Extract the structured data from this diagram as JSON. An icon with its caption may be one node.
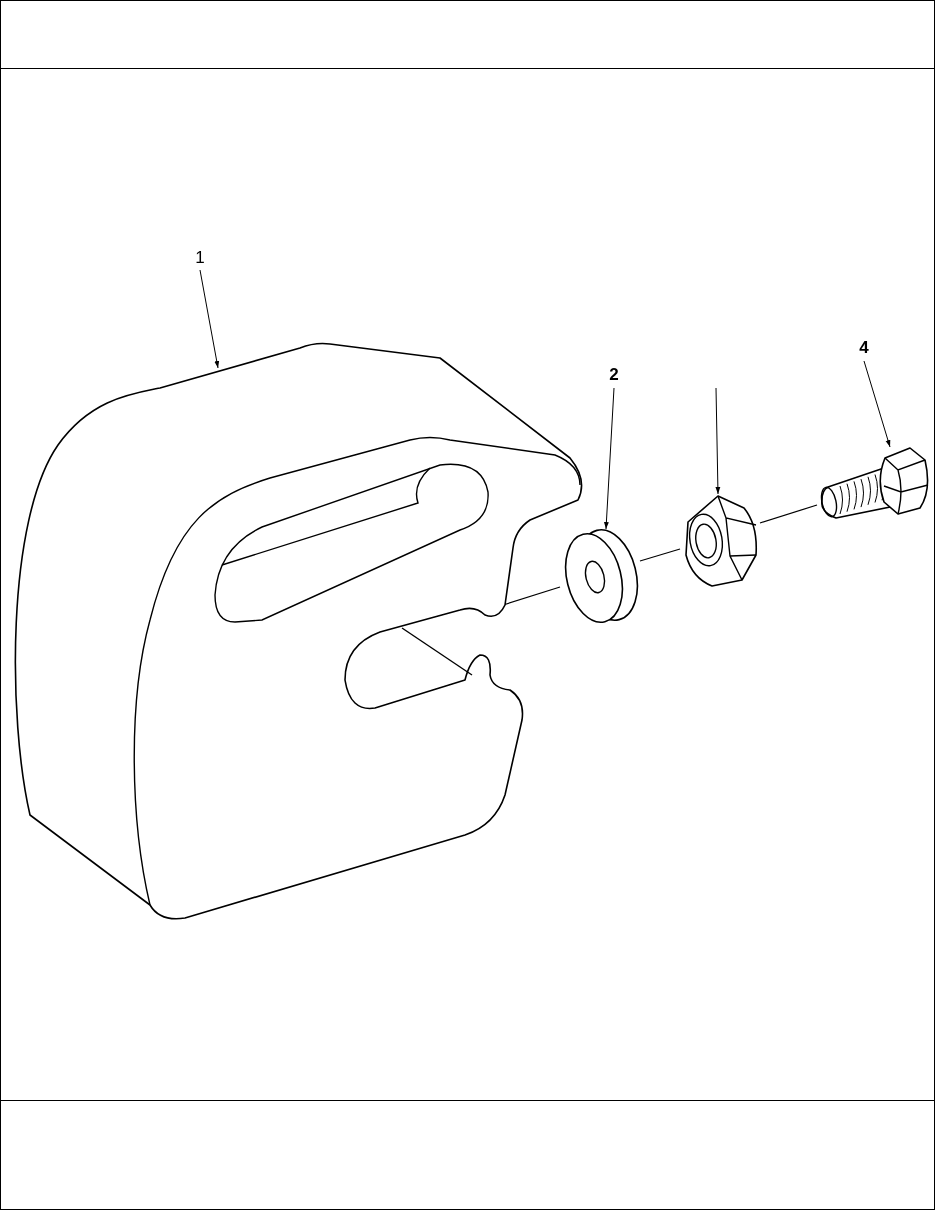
{
  "diagram": {
    "nodes": [
      {
        "text": [
          "1"
        ]
      },
      {
        "text": [],
        "shape": "picture"
      },
      {
        "text": [
          "2"
        ]
      },
      {
        "text": [],
        "shape": "picture"
      },
      {
        "text": [],
        "shape": "picture"
      },
      {
        "text": [
          "4"
        ]
      },
      {
        "text": [],
        "shape": "picture"
      }
    ],
    "edges": [
      {
        "from": 0,
        "to": 1,
        "arrow": "to"
      },
      {
        "from": 2,
        "to": 3,
        "arrow": "to"
      },
      {
        "from": null,
        "to": 4,
        "arrow": "to"
      },
      {
        "from": 5,
        "to": 6,
        "arrow": "to"
      },
      {
        "from": 1,
        "to": 3,
        "arrow": "none"
      },
      {
        "from": 3,
        "to": 4,
        "arrow": "none"
      },
      {
        "from": 4,
        "to": 6,
        "arrow": "none"
      }
    ]
  }
}
